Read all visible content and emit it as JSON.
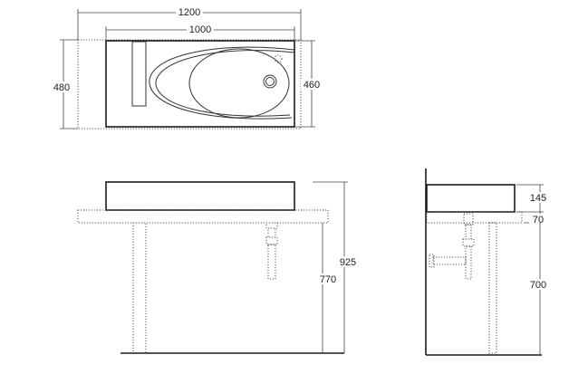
{
  "drawing": {
    "top_view": {
      "dim_width_counter": "1200",
      "dim_width_basin": "1000",
      "dim_depth_counter": "480",
      "dim_depth_basin": "460"
    },
    "front_view": {
      "dim_total_height": "925",
      "dim_counter_height": "770"
    },
    "side_view": {
      "dim_basin_height": "145",
      "dim_counter_thickness": "70",
      "dim_leg_height": "700"
    }
  }
}
